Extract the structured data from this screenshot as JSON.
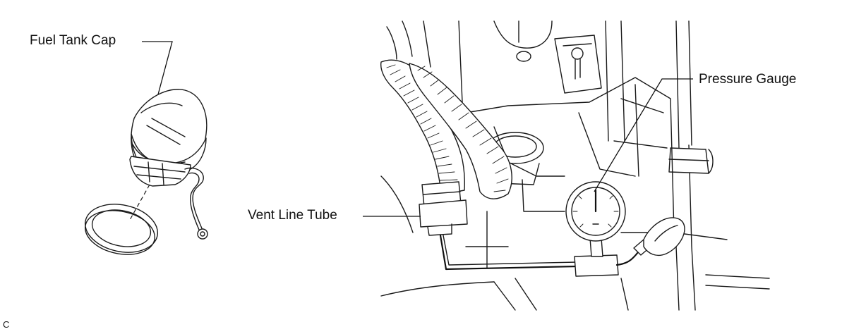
{
  "labels": {
    "fuel_tank_cap": "Fuel Tank Cap",
    "vent_line_tube": "Vent Line Tube",
    "pressure_gauge": "Pressure Gauge"
  },
  "figure_code": "C"
}
